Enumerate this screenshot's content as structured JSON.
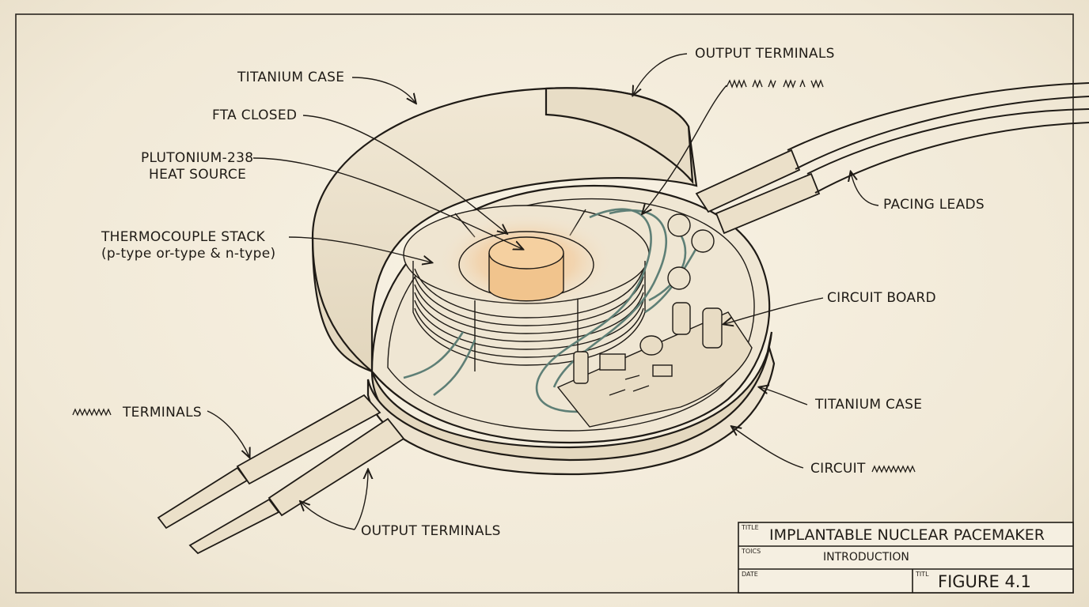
{
  "labels": {
    "titanium_case_top": "TITANIUM CASE",
    "fta_closed": "FTA CLOSED",
    "plutonium_line1": "PLUTONIUM-238",
    "plutonium_line2": "HEAT SOURCE",
    "thermocouple_line1": "THERMOCOUPLE STACK",
    "thermocouple_line2": "(p-type or-type & n-type)",
    "terminals_left": "TERMINALS",
    "output_terminals_top": "OUTPUT TERMINALS",
    "pacing_leads": "PACING LEADS",
    "circuit_board": "CIRCUIT BOARD",
    "titanium_case_right": "TITANIUM CASE",
    "circuit_right": "CIRCUIT",
    "output_terminals_bottom": "OUTPUT TERMINALS"
  },
  "title_block": {
    "title_caption": "TITLE",
    "title": "IMPLANTABLE NUCLEAR PACEMAKER",
    "topics_caption": "TOICS",
    "topics_value": "INTRODUCTION",
    "date_caption": "DATE",
    "fig_caption": "TITL",
    "figure": "FIGURE 4.1"
  },
  "colors": {
    "paper": "#f3ecdc",
    "ink": "#1f1b16",
    "glow": "#f0b070",
    "wire": "#5e7f76"
  }
}
